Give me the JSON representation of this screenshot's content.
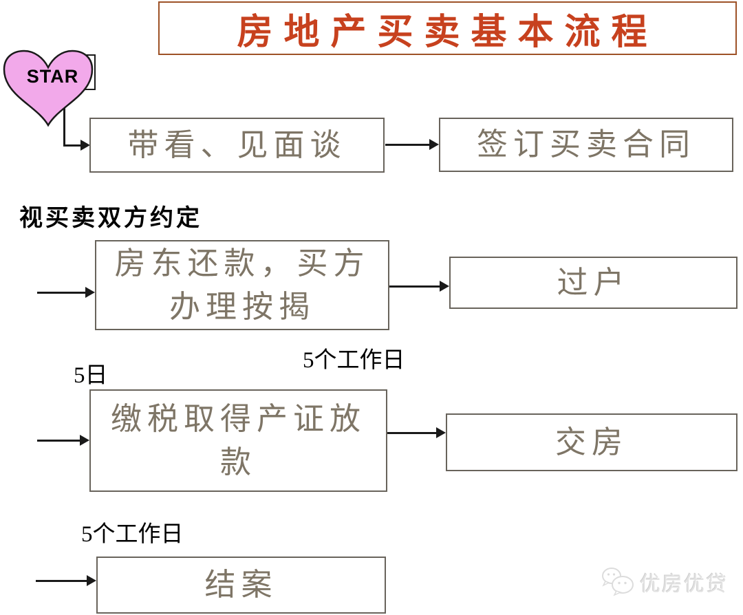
{
  "title": "房地产买卖基本流程",
  "start": {
    "label": "STAR"
  },
  "nodes": [
    {
      "label": "带看、见面谈"
    },
    {
      "label": "签订买卖合同"
    },
    {
      "label": "房东还款，买方\n办理按揭"
    },
    {
      "label": "过户"
    },
    {
      "label": "缴税取得产证放\n款"
    },
    {
      "label": "交房"
    },
    {
      "label": "结案"
    }
  ],
  "annotations": {
    "agreement_note": "视买卖双方约定",
    "guohu_duration": "5个工作日",
    "repay_duration": "5日",
    "jiean_duration": "5个工作日"
  },
  "watermark": {
    "icon": "wechat-chat-bubbles-icon",
    "text": "优房优贷"
  },
  "colors": {
    "title_text": "#c7411e",
    "title_border": "#9d5126",
    "node_text": "#7e7566",
    "node_border": "#68635b",
    "heart_fill": "#f2a9ea",
    "connector": "#1a1a1a",
    "watermark_text": "#e2e2e2"
  }
}
